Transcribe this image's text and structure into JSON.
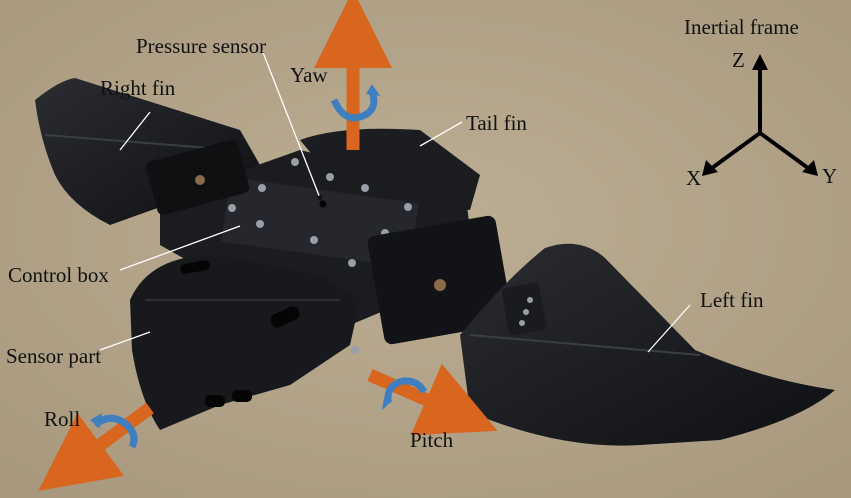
{
  "labels": {
    "pressure_sensor": "Pressure sensor",
    "yaw": "Yaw",
    "right_fin": "Right fin",
    "tail_fin": "Tail fin",
    "control_box": "Control box",
    "sensor_part": "Sensor part",
    "left_fin": "Left fin",
    "roll": "Roll",
    "pitch": "Pitch"
  },
  "inertial_frame": {
    "title": "Inertial frame",
    "axis_z": "Z",
    "axis_x": "X",
    "axis_y": "Y"
  },
  "colors": {
    "background": "#b5a68c",
    "robot_body": "#17181b",
    "axis_arrow": "#d9661f",
    "rotation_arrow": "#3f7fbf"
  }
}
